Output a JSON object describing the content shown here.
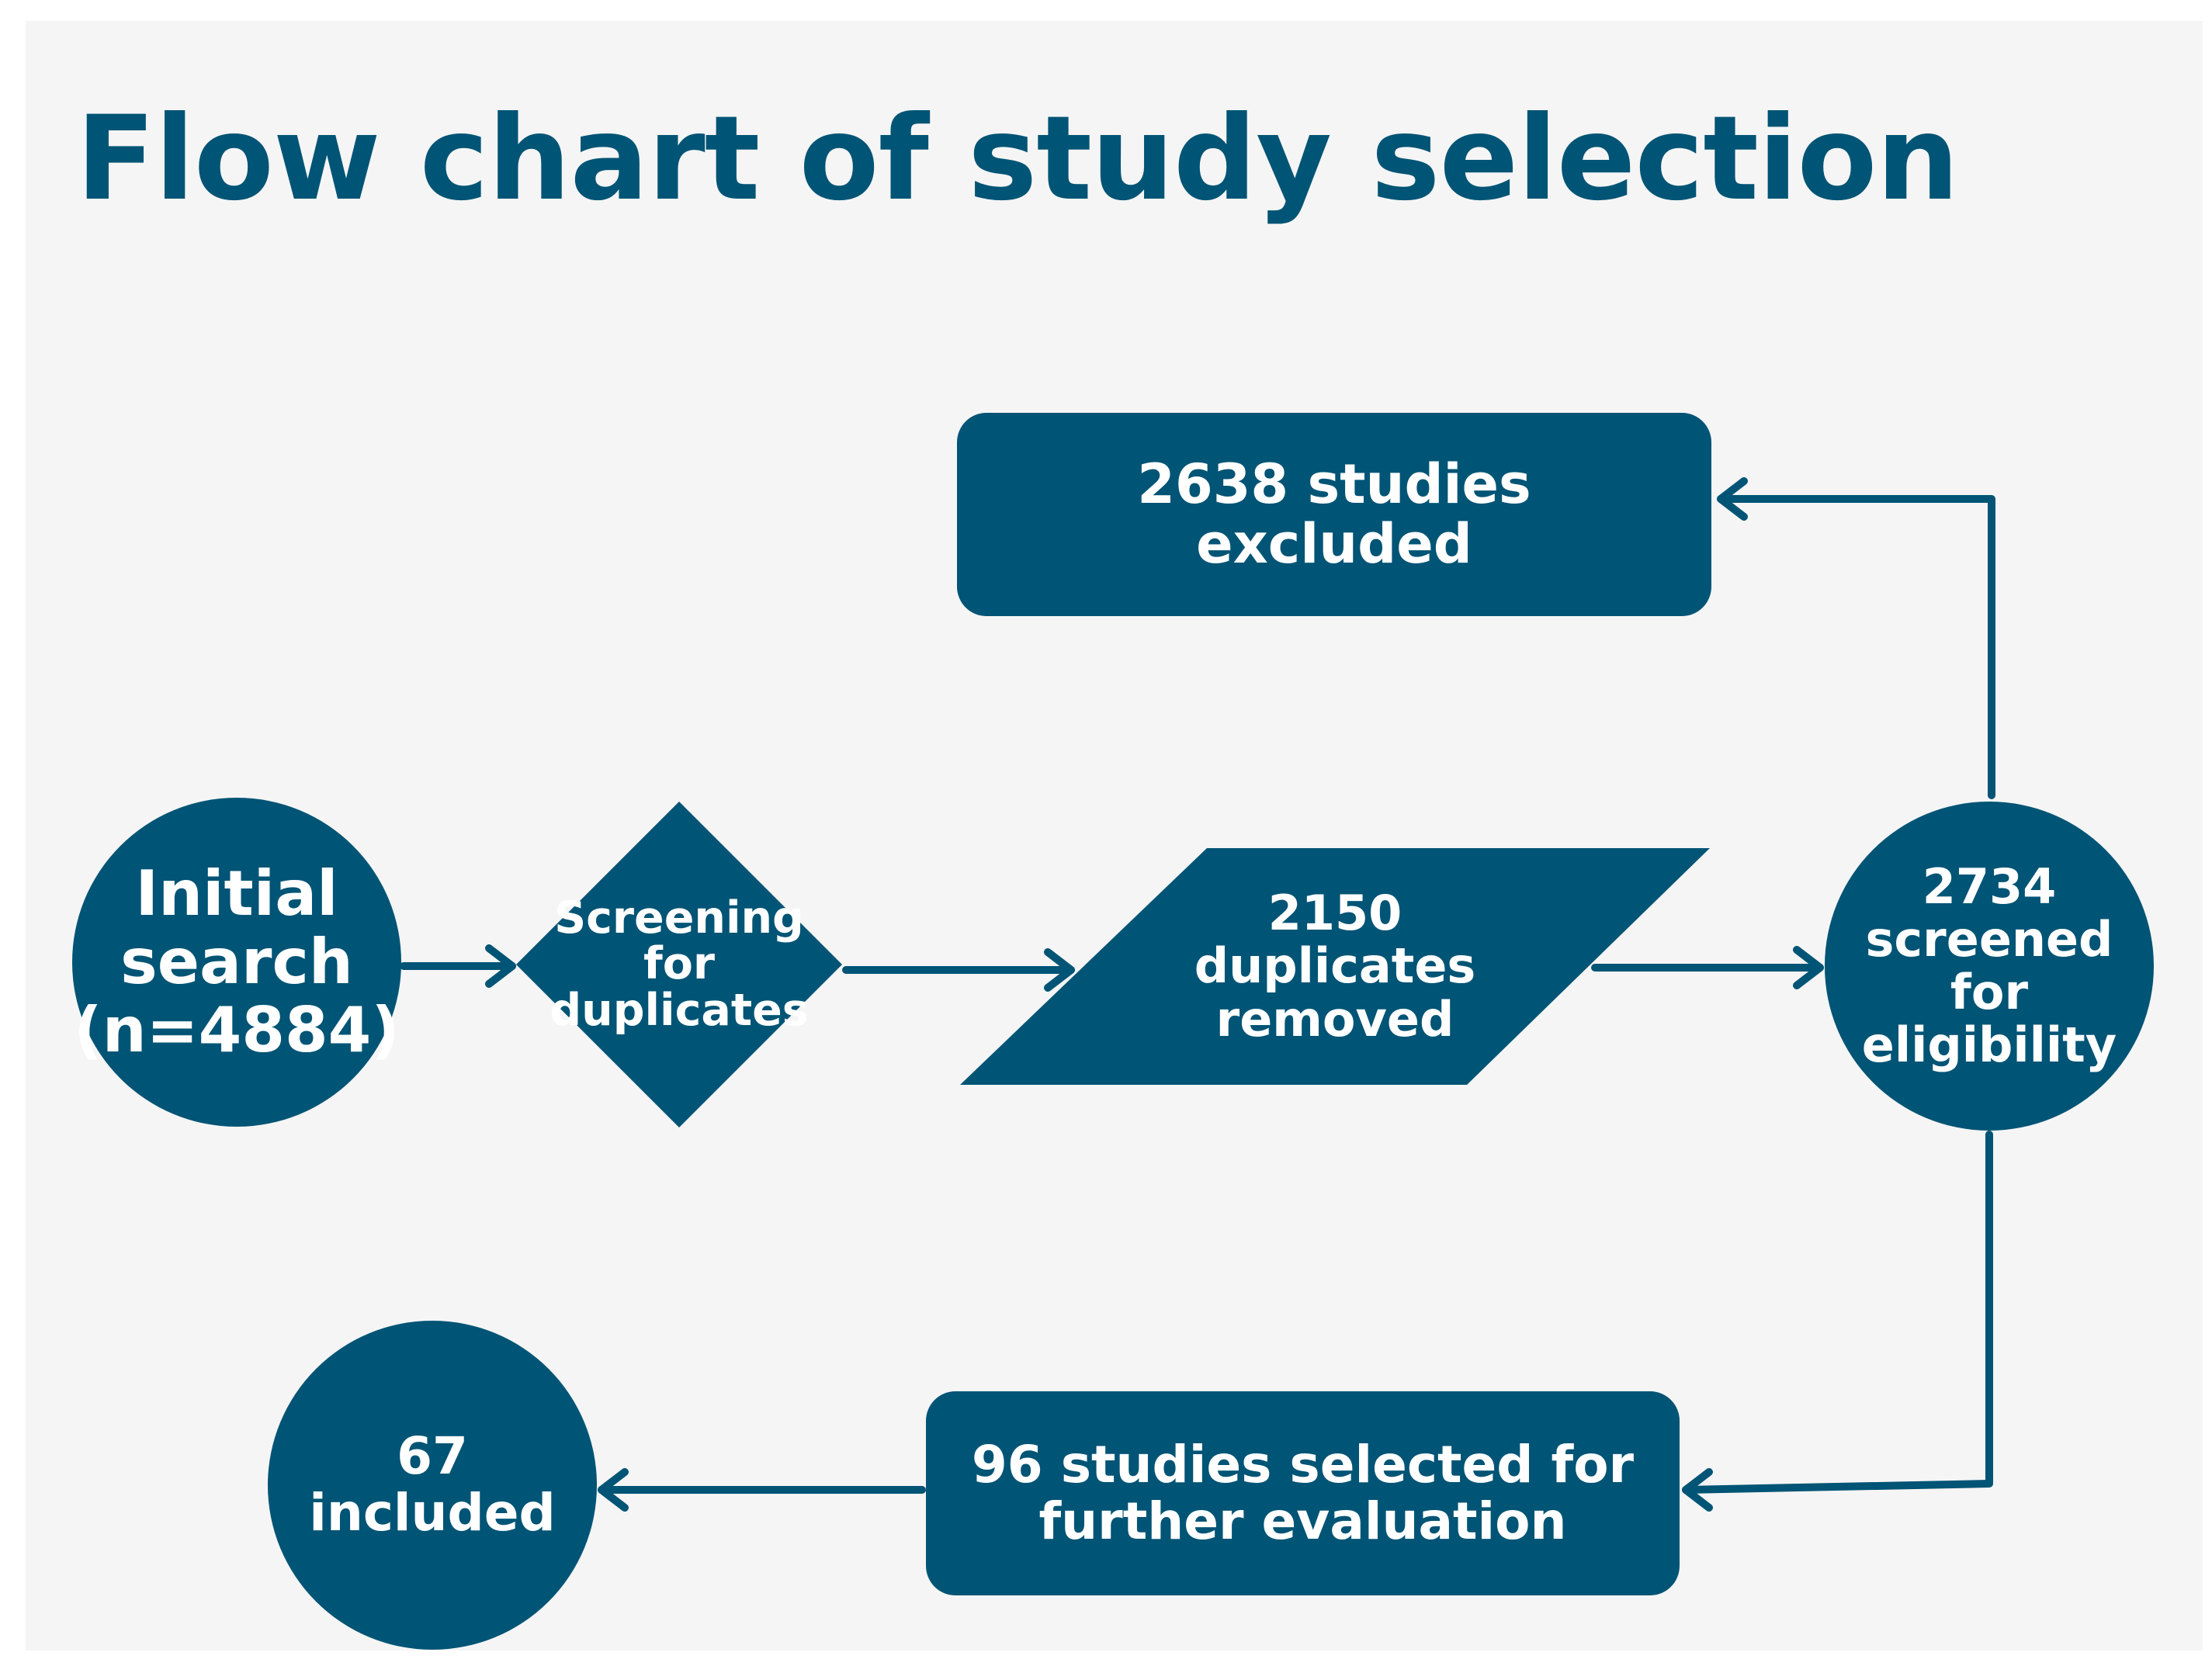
{
  "title": "Flow chart of study selection",
  "colors": {
    "shape_fill": "#005475",
    "text_on_shape": "#ffffff",
    "background": "#f5f5f5"
  },
  "nodes": {
    "initial_search": {
      "shape": "circle",
      "label": "Initial\nsearch\n(n=4884)"
    },
    "screening": {
      "shape": "diamond",
      "label": "Screening\nfor\nduplicates"
    },
    "duplicates_removed": {
      "shape": "parallelogram",
      "label": "2150\nduplicates\nremoved"
    },
    "screened": {
      "shape": "circle",
      "label": "2734\nscreened\nfor\neligibility"
    },
    "excluded": {
      "shape": "rounded-rectangle",
      "label": "2638 studies\nexcluded"
    },
    "selected": {
      "shape": "rounded-rectangle",
      "label": "96 studies selected for\nfurther evaluation"
    },
    "included": {
      "shape": "circle",
      "label": "67\nincluded"
    }
  },
  "edges": [
    {
      "from": "initial_search",
      "to": "screening"
    },
    {
      "from": "screening",
      "to": "duplicates_removed"
    },
    {
      "from": "duplicates_removed",
      "to": "screened"
    },
    {
      "from": "screened",
      "to": "excluded"
    },
    {
      "from": "screened",
      "to": "selected"
    },
    {
      "from": "selected",
      "to": "included"
    }
  ]
}
